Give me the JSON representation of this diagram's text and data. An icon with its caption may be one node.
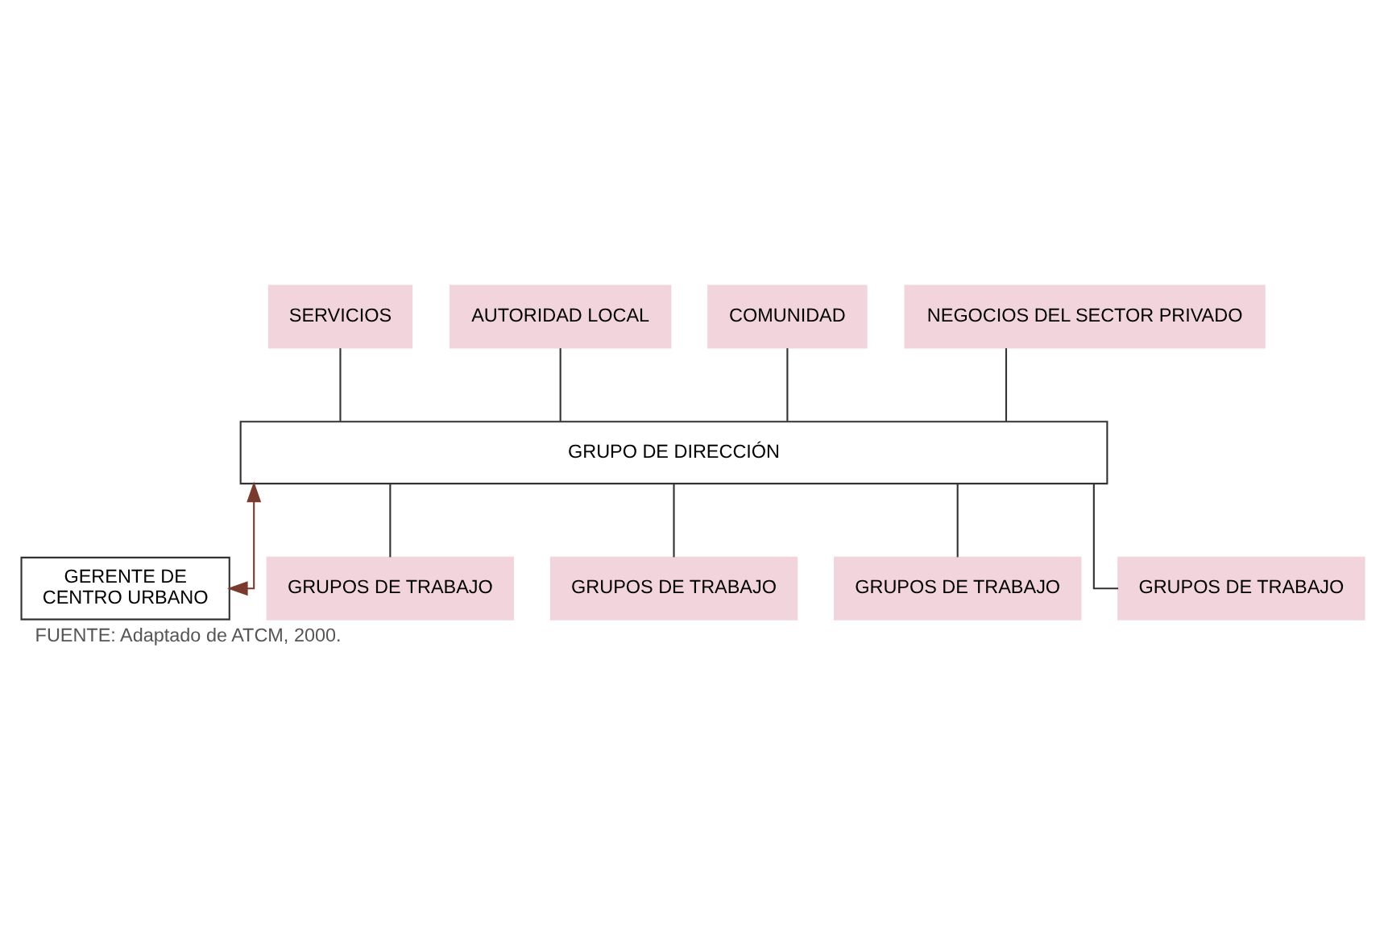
{
  "diagram": {
    "caption": "FUENTE: Adaptado de ATCM, 2000.",
    "nodes": [
      {
        "text": [
          "SERVICIOS"
        ]
      },
      {
        "text": [
          "AUTORIDAD LOCAL"
        ]
      },
      {
        "text": [
          "COMUNIDAD"
        ]
      },
      {
        "text": [
          "NEGOCIOS DEL SECTOR PRIVADO"
        ]
      },
      {
        "text": [
          "GRUPO DE DIRECCIÓN"
        ]
      },
      {
        "text": [
          "GERENTE DE CENTRO URBANO"
        ]
      },
      {
        "text": [
          "GRUPOS DE TRABAJO"
        ]
      },
      {
        "text": [
          "GRUPOS DE TRABAJO"
        ]
      },
      {
        "text": [
          "GRUPOS DE TRABAJO"
        ]
      },
      {
        "text": [
          "GRUPOS DE TRABAJO"
        ]
      }
    ],
    "edges": [
      {
        "from": 0,
        "to": 4,
        "arrow": "none"
      },
      {
        "from": 1,
        "to": 4,
        "arrow": "none"
      },
      {
        "from": 2,
        "to": 4,
        "arrow": "none"
      },
      {
        "from": 3,
        "to": 4,
        "arrow": "none"
      },
      {
        "from": 4,
        "to": 5,
        "arrow": "both",
        "color": "#7a3b2e"
      },
      {
        "from": 4,
        "to": 6,
        "arrow": "none"
      },
      {
        "from": 4,
        "to": 7,
        "arrow": "none"
      },
      {
        "from": 4,
        "to": 8,
        "arrow": "none"
      },
      {
        "from": 4,
        "to": 9,
        "arrow": "none"
      }
    ]
  }
}
